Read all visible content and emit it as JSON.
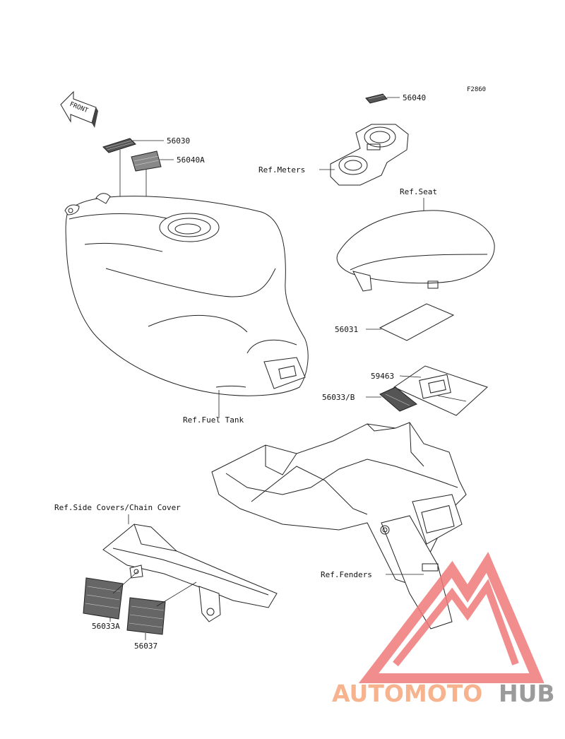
{
  "diagram": {
    "figure_code": "F2860",
    "front_label": "FRONT",
    "labels": {
      "p56040_top": "56040",
      "p56030": "56030",
      "p56040A": "56040A",
      "ref_meters": "Ref.Meters",
      "ref_seat": "Ref.Seat",
      "p56031": "56031",
      "p59463": "59463",
      "p56033B": "56033/B",
      "ref_fuel_tank": "Ref.Fuel Tank",
      "ref_side_covers": "Ref.Side Covers/Chain Cover",
      "ref_fenders": "Ref.Fenders",
      "p56033A": "56033A",
      "p56037": "56037"
    }
  },
  "watermark": {
    "part1": "AUTOMOTO",
    "part2": "HUB",
    "color1": "#f5a67a",
    "color2": "#8a8a8a",
    "triangle_color": "#f07a7a"
  }
}
